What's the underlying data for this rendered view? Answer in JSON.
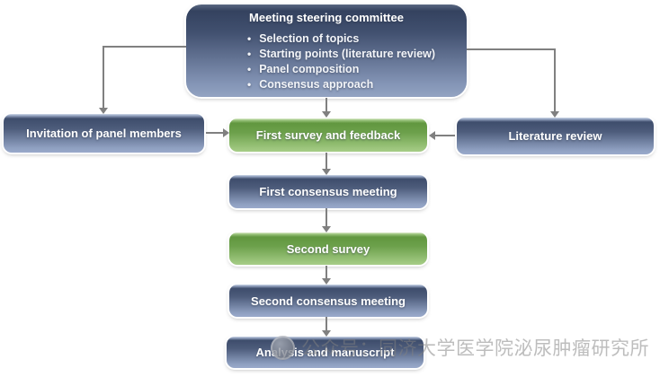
{
  "colors": {
    "blue_box_dark": "#3e4d6c",
    "blue_box_light": "#9aaacb",
    "green_box_dark": "#61973f",
    "green_box_light": "#a7cd88",
    "arrow_gray": "#808080",
    "box_text": "#ffffff",
    "watermark_gray": "#b9b9b9"
  },
  "steering_committee": {
    "title": "Meeting steering committee",
    "bullet_char": "•",
    "bullets": [
      "Selection of topics",
      "Starting points (literature review)",
      "Panel composition",
      "Consensus approach"
    ]
  },
  "boxes": {
    "invitation": "Invitation of panel members",
    "first_survey": "First survey and feedback",
    "literature_review": "Literature review",
    "first_consensus": "First consensus meeting",
    "second_survey": "Second survey",
    "second_consensus": "Second consensus meeting",
    "analysis": "Analysis and manuscript"
  },
  "watermark": {
    "icon": "official-account-logo",
    "text": "公众号：同济大学医学院泌尿肿瘤研究所"
  }
}
